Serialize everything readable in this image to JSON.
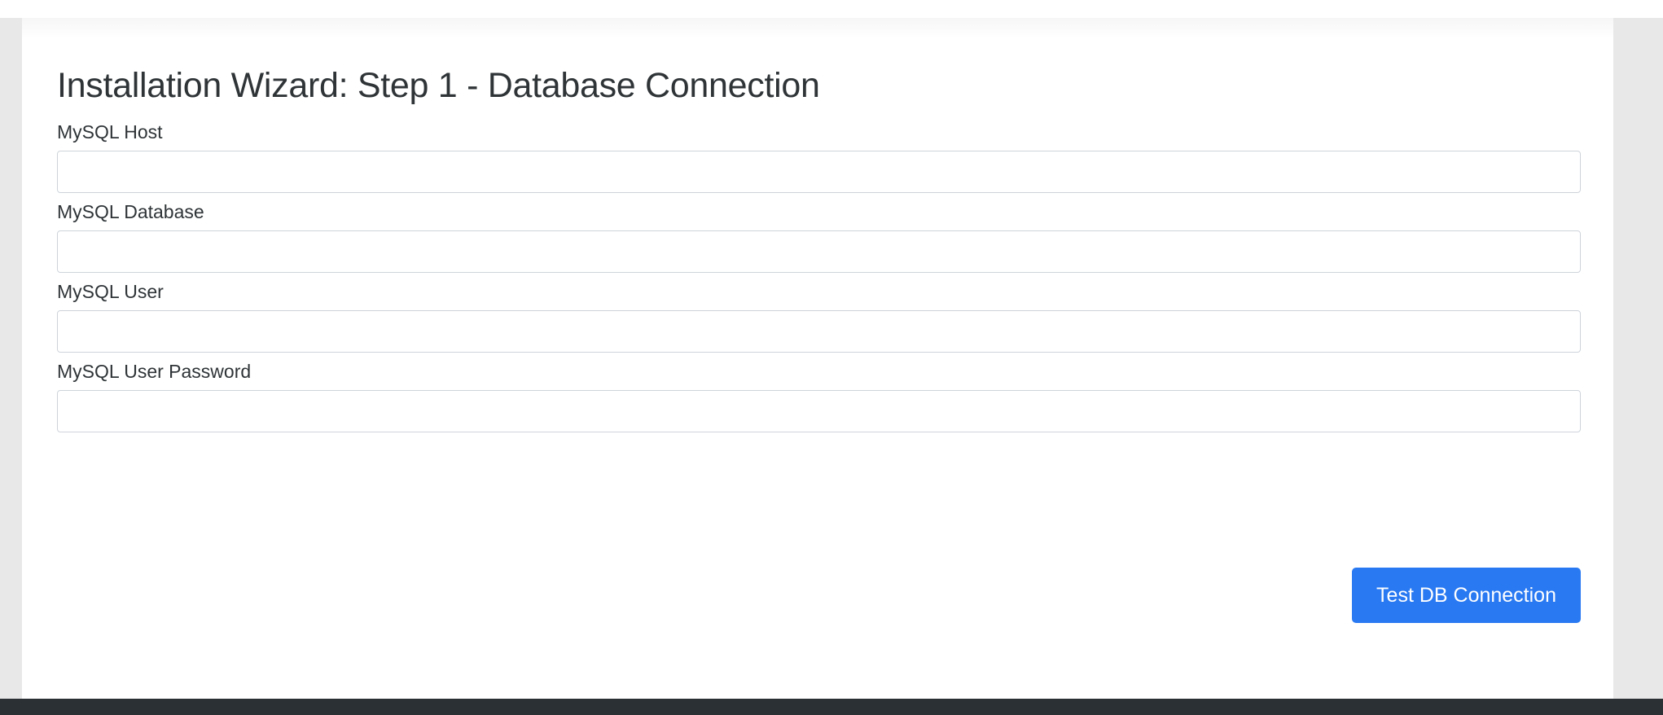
{
  "page": {
    "title": "Installation Wizard: Step 1 - Database Connection"
  },
  "form": {
    "fields": [
      {
        "label": "MySQL Host",
        "value": "",
        "placeholder": "",
        "type": "text",
        "name": "mysql-host"
      },
      {
        "label": "MySQL Database",
        "value": "",
        "placeholder": "",
        "type": "text",
        "name": "mysql-database"
      },
      {
        "label": "MySQL User",
        "value": "",
        "placeholder": "",
        "type": "text",
        "name": "mysql-user"
      },
      {
        "label": "MySQL User Password",
        "value": "",
        "placeholder": "",
        "type": "text",
        "name": "mysql-user-password"
      }
    ]
  },
  "actions": {
    "test_connection_label": "Test DB Connection"
  },
  "colors": {
    "accent": "#2979f2",
    "page_background": "#e8e8e8",
    "card_background": "#ffffff",
    "footer_bar": "#2b3034",
    "text": "#2f3437",
    "input_border": "#ced4da"
  }
}
